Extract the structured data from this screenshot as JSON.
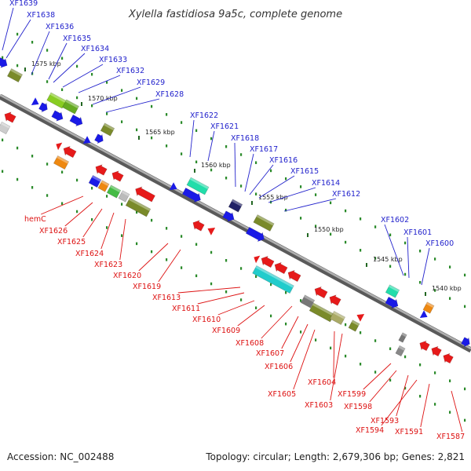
{
  "title": "Xylella fastidiosa 9a5c, complete genome",
  "footer": {
    "accession": "Accession: NC_002488",
    "summary": "Topology: circular; Length: 2,679,306 bp; Genes: 2,821"
  },
  "kbp_ticks": [
    "1575 kbp",
    "1570 kbp",
    "1565 kbp",
    "1560 kbp",
    "1555 kbp",
    "1550 kbp",
    "1545 kbp",
    "1540 kbp"
  ],
  "top_genes": [
    "XF1639",
    "XF1638",
    "XF1636",
    "XF1635",
    "XF1634",
    "XF1633",
    "XF1632",
    "XF1629",
    "XF1628",
    "XF1622",
    "XF1621",
    "XF1618",
    "XF1617",
    "XF1616",
    "XF1615",
    "XF1614",
    "XF1612",
    "XF1602",
    "XF1601",
    "XF1600"
  ],
  "bottom_genes": [
    "hemC",
    "XF1626",
    "XF1625",
    "XF1624",
    "XF1623",
    "XF1620",
    "XF1619",
    "XF1613",
    "XF1611",
    "XF1610",
    "XF1609",
    "XF1608",
    "XF1607",
    "XF1606",
    "XF1605",
    "XF1604",
    "XF1603",
    "XF1599",
    "XF1598",
    "XF1593",
    "XF1594",
    "XF1591",
    "XF1587"
  ],
  "colors": {
    "backbone": "#8a8a8a",
    "forward_strand": "#1a1ae6",
    "reverse_strand": "#e61a1a",
    "tick_dots": "#2a8a2a",
    "top_label": "#2222cc",
    "bottom_label": "#dd1111",
    "olive": "#7a8a2a",
    "cyan": "#22cccc",
    "teal": "#22ddaa",
    "orange": "#ee8811",
    "gray": "#888888"
  }
}
